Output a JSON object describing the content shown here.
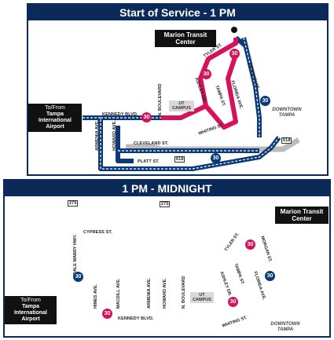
{
  "panels": [
    {
      "title": "Start of Service - 1 PM",
      "callout": "Marion Transit Center",
      "airport_to_from": "To/From",
      "airport_name": "Tampa International Airport",
      "route": "30",
      "downtown": "DOWNTOWN TAMPA",
      "campus": "UT CAMPUS",
      "streets": {
        "kennedy": "KENNEDY BLVD.",
        "n_boulevard": "N. BOULEVARD",
        "armenia": "ARMENIA AVE.",
        "howard": "HOWARD AVE.",
        "cleveland": "CLEVELAND ST.",
        "platt": "PLATT ST.",
        "tyler": "TYLER ST.",
        "ashley": "ASHLEY DR.",
        "tampa": "TAMPA ST.",
        "florida": "FLORIDA AVE.",
        "morgan": "MORGAN ST.",
        "whiting": "WHITING ST."
      },
      "highways": [
        "618",
        "618"
      ]
    },
    {
      "title": "1 PM - MIDNIGHT",
      "callout": "Marion Transit Center",
      "airport_to_from": "To/From",
      "airport_name": "Tampa International Airport",
      "route": "30",
      "downtown": "DOWNTOWN TAMPA",
      "campus": "UT CAMPUS",
      "streets": {
        "cypress": "CYPRESS ST.",
        "dale_mabry": "DALE MABRY HWY.",
        "himes": "HIMES AVE.",
        "macdill": "MACDILL AVE.",
        "armenia": "ARMENIA AVE.",
        "howard": "HOWARD AVE.",
        "n_boulevard": "N. BOULEVARD",
        "kennedy": "KENNEDY BLVD.",
        "tyler": "TYLER ST.",
        "ashley": "ASHLEY DR.",
        "tampa": "TAMPA ST.",
        "florida": "FLORIDA AVE.",
        "morgan": "MORGAN ST.",
        "whiting": "WHITING ST."
      },
      "highways": [
        "275",
        "275"
      ]
    }
  ],
  "colors": {
    "inbound": "#d6125a",
    "outbound": "#0b3a78",
    "header": "#0b2a5a"
  }
}
